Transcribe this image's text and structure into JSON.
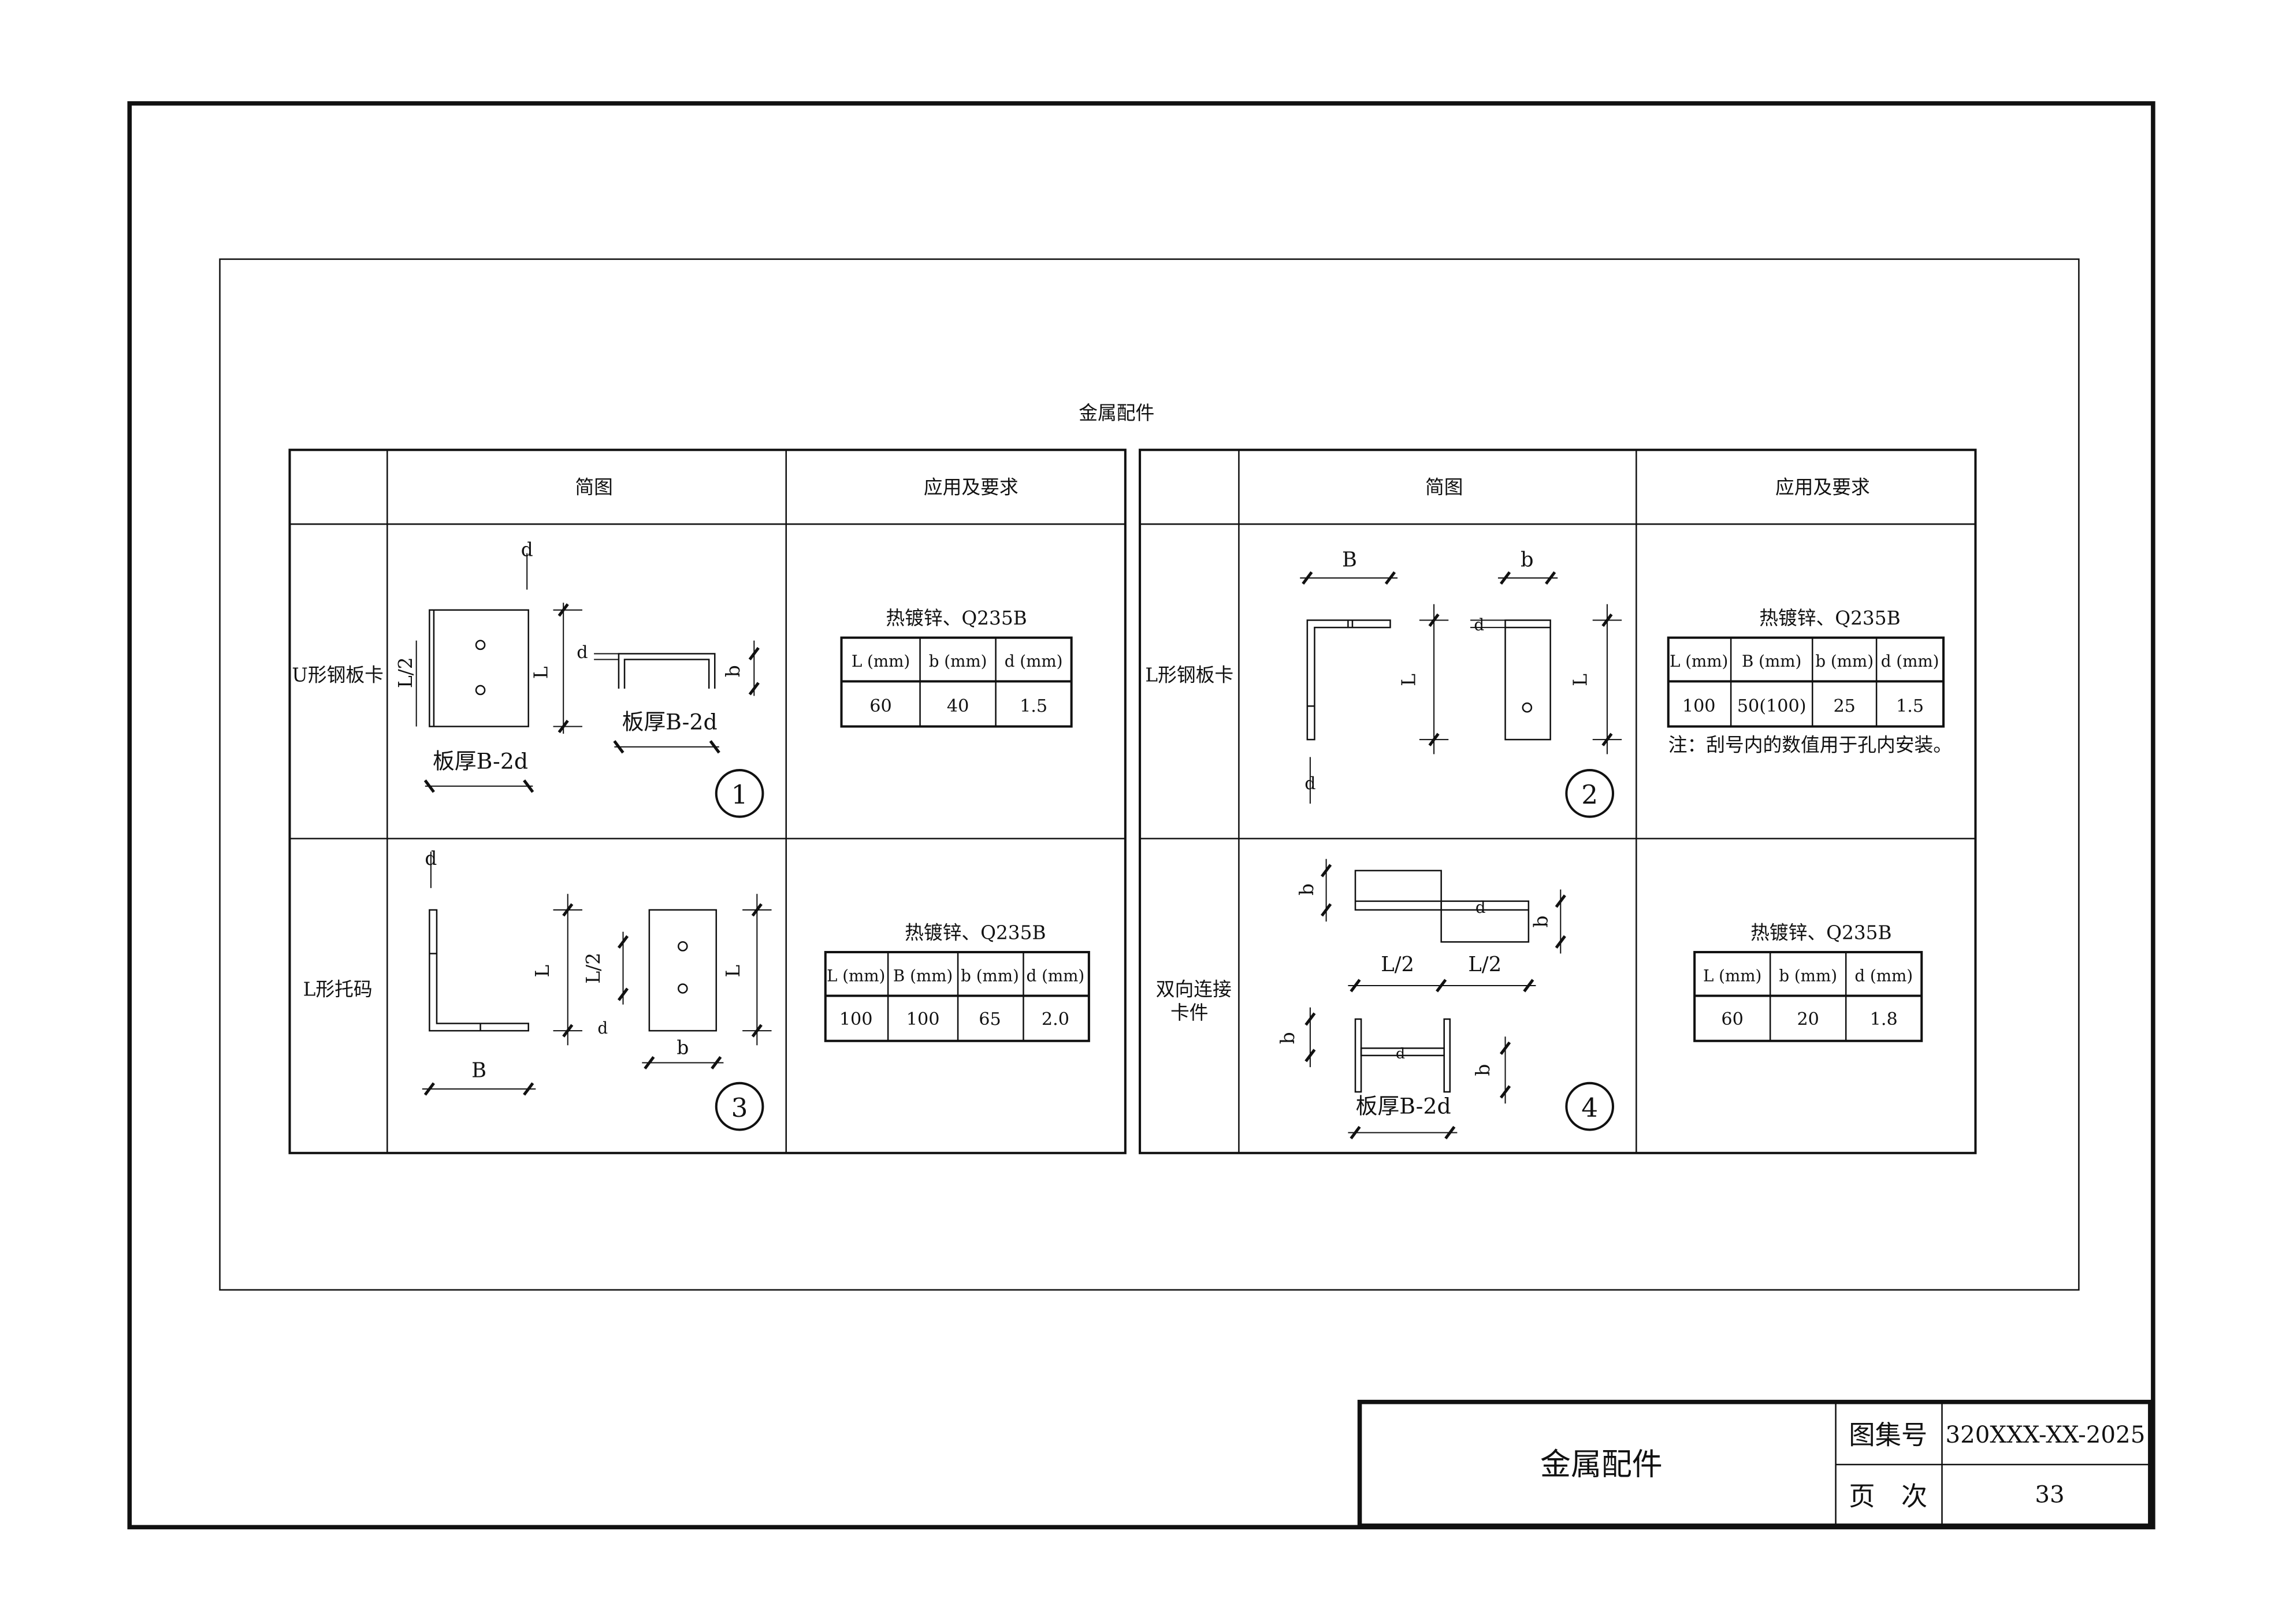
{
  "drawing_title": "金属配件",
  "headers": {
    "left_diagram": "简图",
    "left_requirements": "应用及要求",
    "right_diagram": "简图",
    "right_requirements": "应用及要求"
  },
  "items": [
    {
      "number": "1",
      "name": "U形钢板卡",
      "material": "热镀锌、Q235B",
      "table_headers": [
        "L (mm)",
        "b (mm)",
        "d (mm)"
      ],
      "table_values": [
        "60",
        "40",
        "1.5"
      ],
      "labels": {
        "d": "d",
        "half_L": "L/2",
        "L": "L",
        "b": "b",
        "thickness_front": "板厚B-2d",
        "thickness_side": "板厚B-2d"
      }
    },
    {
      "number": "2",
      "name": "L形钢板卡",
      "material": "热镀锌、Q235B",
      "table_headers": [
        "L (mm)",
        "B (mm)",
        "b (mm)",
        "d (mm)"
      ],
      "table_values": [
        "100",
        "50(100)",
        "25",
        "1.5"
      ],
      "note": "注：刮号内的数值用于孔内安装。",
      "labels": {
        "B": "B",
        "b": "b",
        "L1": "L",
        "L2": "L",
        "d1": "d",
        "d2": "d"
      }
    },
    {
      "number": "3",
      "name": "L形托码",
      "material": "热镀锌、Q235B",
      "table_headers": [
        "L (mm)",
        "B (mm)",
        "b (mm)",
        "d (mm)"
      ],
      "table_values": [
        "100",
        "100",
        "65",
        "2.0"
      ],
      "labels": {
        "d1": "d",
        "L1": "L",
        "B": "B",
        "half_L": "L/2",
        "d2": "d",
        "L2": "L",
        "b": "b"
      }
    },
    {
      "number": "4",
      "name": "双向连接卡件",
      "material": "热镀锌、Q235B",
      "table_headers": [
        "L (mm)",
        "b (mm)",
        "d (mm)"
      ],
      "table_values": [
        "60",
        "20",
        "1.8"
      ],
      "labels": {
        "b1": "b",
        "b2": "b",
        "half_L1": "L/2",
        "half_L2": "L/2",
        "d1": "d",
        "d2": "d",
        "b3": "b",
        "b4": "b",
        "thickness": "板厚B-2d"
      }
    }
  ],
  "title_block": {
    "title": "金属配件",
    "atlas_label": "图集号",
    "atlas_number": "320XXX-XX-2025",
    "page_label": "页　次",
    "page_number": "33"
  }
}
